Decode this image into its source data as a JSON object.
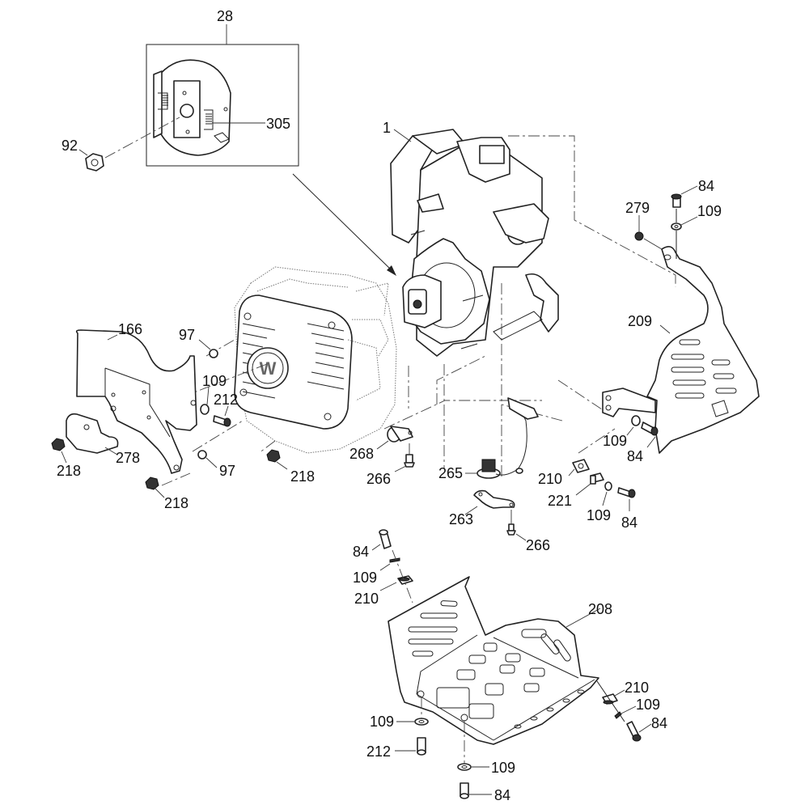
{
  "diagram": {
    "type": "exploded-parts-diagram",
    "subject": "Engine assembly with clutch, covers and skid plate",
    "inset": {
      "callout": "28",
      "contains": [
        "305"
      ],
      "description": "clutch assembly detail"
    },
    "logo_text": "W",
    "callouts": [
      {
        "id": "c28",
        "label": "28",
        "part": "clutch-assembly"
      },
      {
        "id": "c305",
        "label": "305",
        "part": "clutch-spring"
      },
      {
        "id": "c92",
        "label": "92",
        "part": "hex-nut"
      },
      {
        "id": "c1",
        "label": "1",
        "part": "engine"
      },
      {
        "id": "c84a",
        "label": "84",
        "part": "cap-screw"
      },
      {
        "id": "c279",
        "label": "279",
        "part": "nut"
      },
      {
        "id": "c109a",
        "label": "109",
        "part": "washer"
      },
      {
        "id": "c209",
        "label": "209",
        "part": "side-guard"
      },
      {
        "id": "c166",
        "label": "166",
        "part": "cover-plate"
      },
      {
        "id": "c97a",
        "label": "97",
        "part": "washer"
      },
      {
        "id": "c109b",
        "label": "109",
        "part": "washer"
      },
      {
        "id": "c212a",
        "label": "212",
        "part": "cap-screw"
      },
      {
        "id": "c218a",
        "label": "218",
        "part": "lock-nut"
      },
      {
        "id": "c278",
        "label": "278",
        "part": "bracket"
      },
      {
        "id": "c97b",
        "label": "97",
        "part": "washer"
      },
      {
        "id": "c218b",
        "label": "218",
        "part": "lock-nut"
      },
      {
        "id": "c218c",
        "label": "218",
        "part": "lock-nut"
      },
      {
        "id": "c268",
        "label": "268",
        "part": "cable-clamp"
      },
      {
        "id": "c266a",
        "label": "266",
        "part": "screw"
      },
      {
        "id": "c265",
        "label": "265",
        "part": "switch"
      },
      {
        "id": "c263",
        "label": "263",
        "part": "switch-bracket"
      },
      {
        "id": "c266b",
        "label": "266",
        "part": "screw"
      },
      {
        "id": "c109c",
        "label": "109",
        "part": "washer"
      },
      {
        "id": "c84b",
        "label": "84",
        "part": "cap-screw"
      },
      {
        "id": "c210a",
        "label": "210",
        "part": "clip-nut"
      },
      {
        "id": "c221",
        "label": "221",
        "part": "spacer"
      },
      {
        "id": "c109d",
        "label": "109",
        "part": "washer"
      },
      {
        "id": "c84c",
        "label": "84",
        "part": "cap-screw"
      },
      {
        "id": "c84d",
        "label": "84",
        "part": "cap-screw"
      },
      {
        "id": "c109e",
        "label": "109",
        "part": "washer"
      },
      {
        "id": "c210b",
        "label": "210",
        "part": "clip-nut"
      },
      {
        "id": "c208",
        "label": "208",
        "part": "skid-plate"
      },
      {
        "id": "c210c",
        "label": "210",
        "part": "clip-nut"
      },
      {
        "id": "c109f",
        "label": "109",
        "part": "washer"
      },
      {
        "id": "c84e",
        "label": "84",
        "part": "cap-screw"
      },
      {
        "id": "c109g",
        "label": "109",
        "part": "washer"
      },
      {
        "id": "c212b",
        "label": "212",
        "part": "cap-screw"
      },
      {
        "id": "c109h",
        "label": "109",
        "part": "washer"
      },
      {
        "id": "c84f",
        "label": "84",
        "part": "cap-screw"
      }
    ]
  }
}
